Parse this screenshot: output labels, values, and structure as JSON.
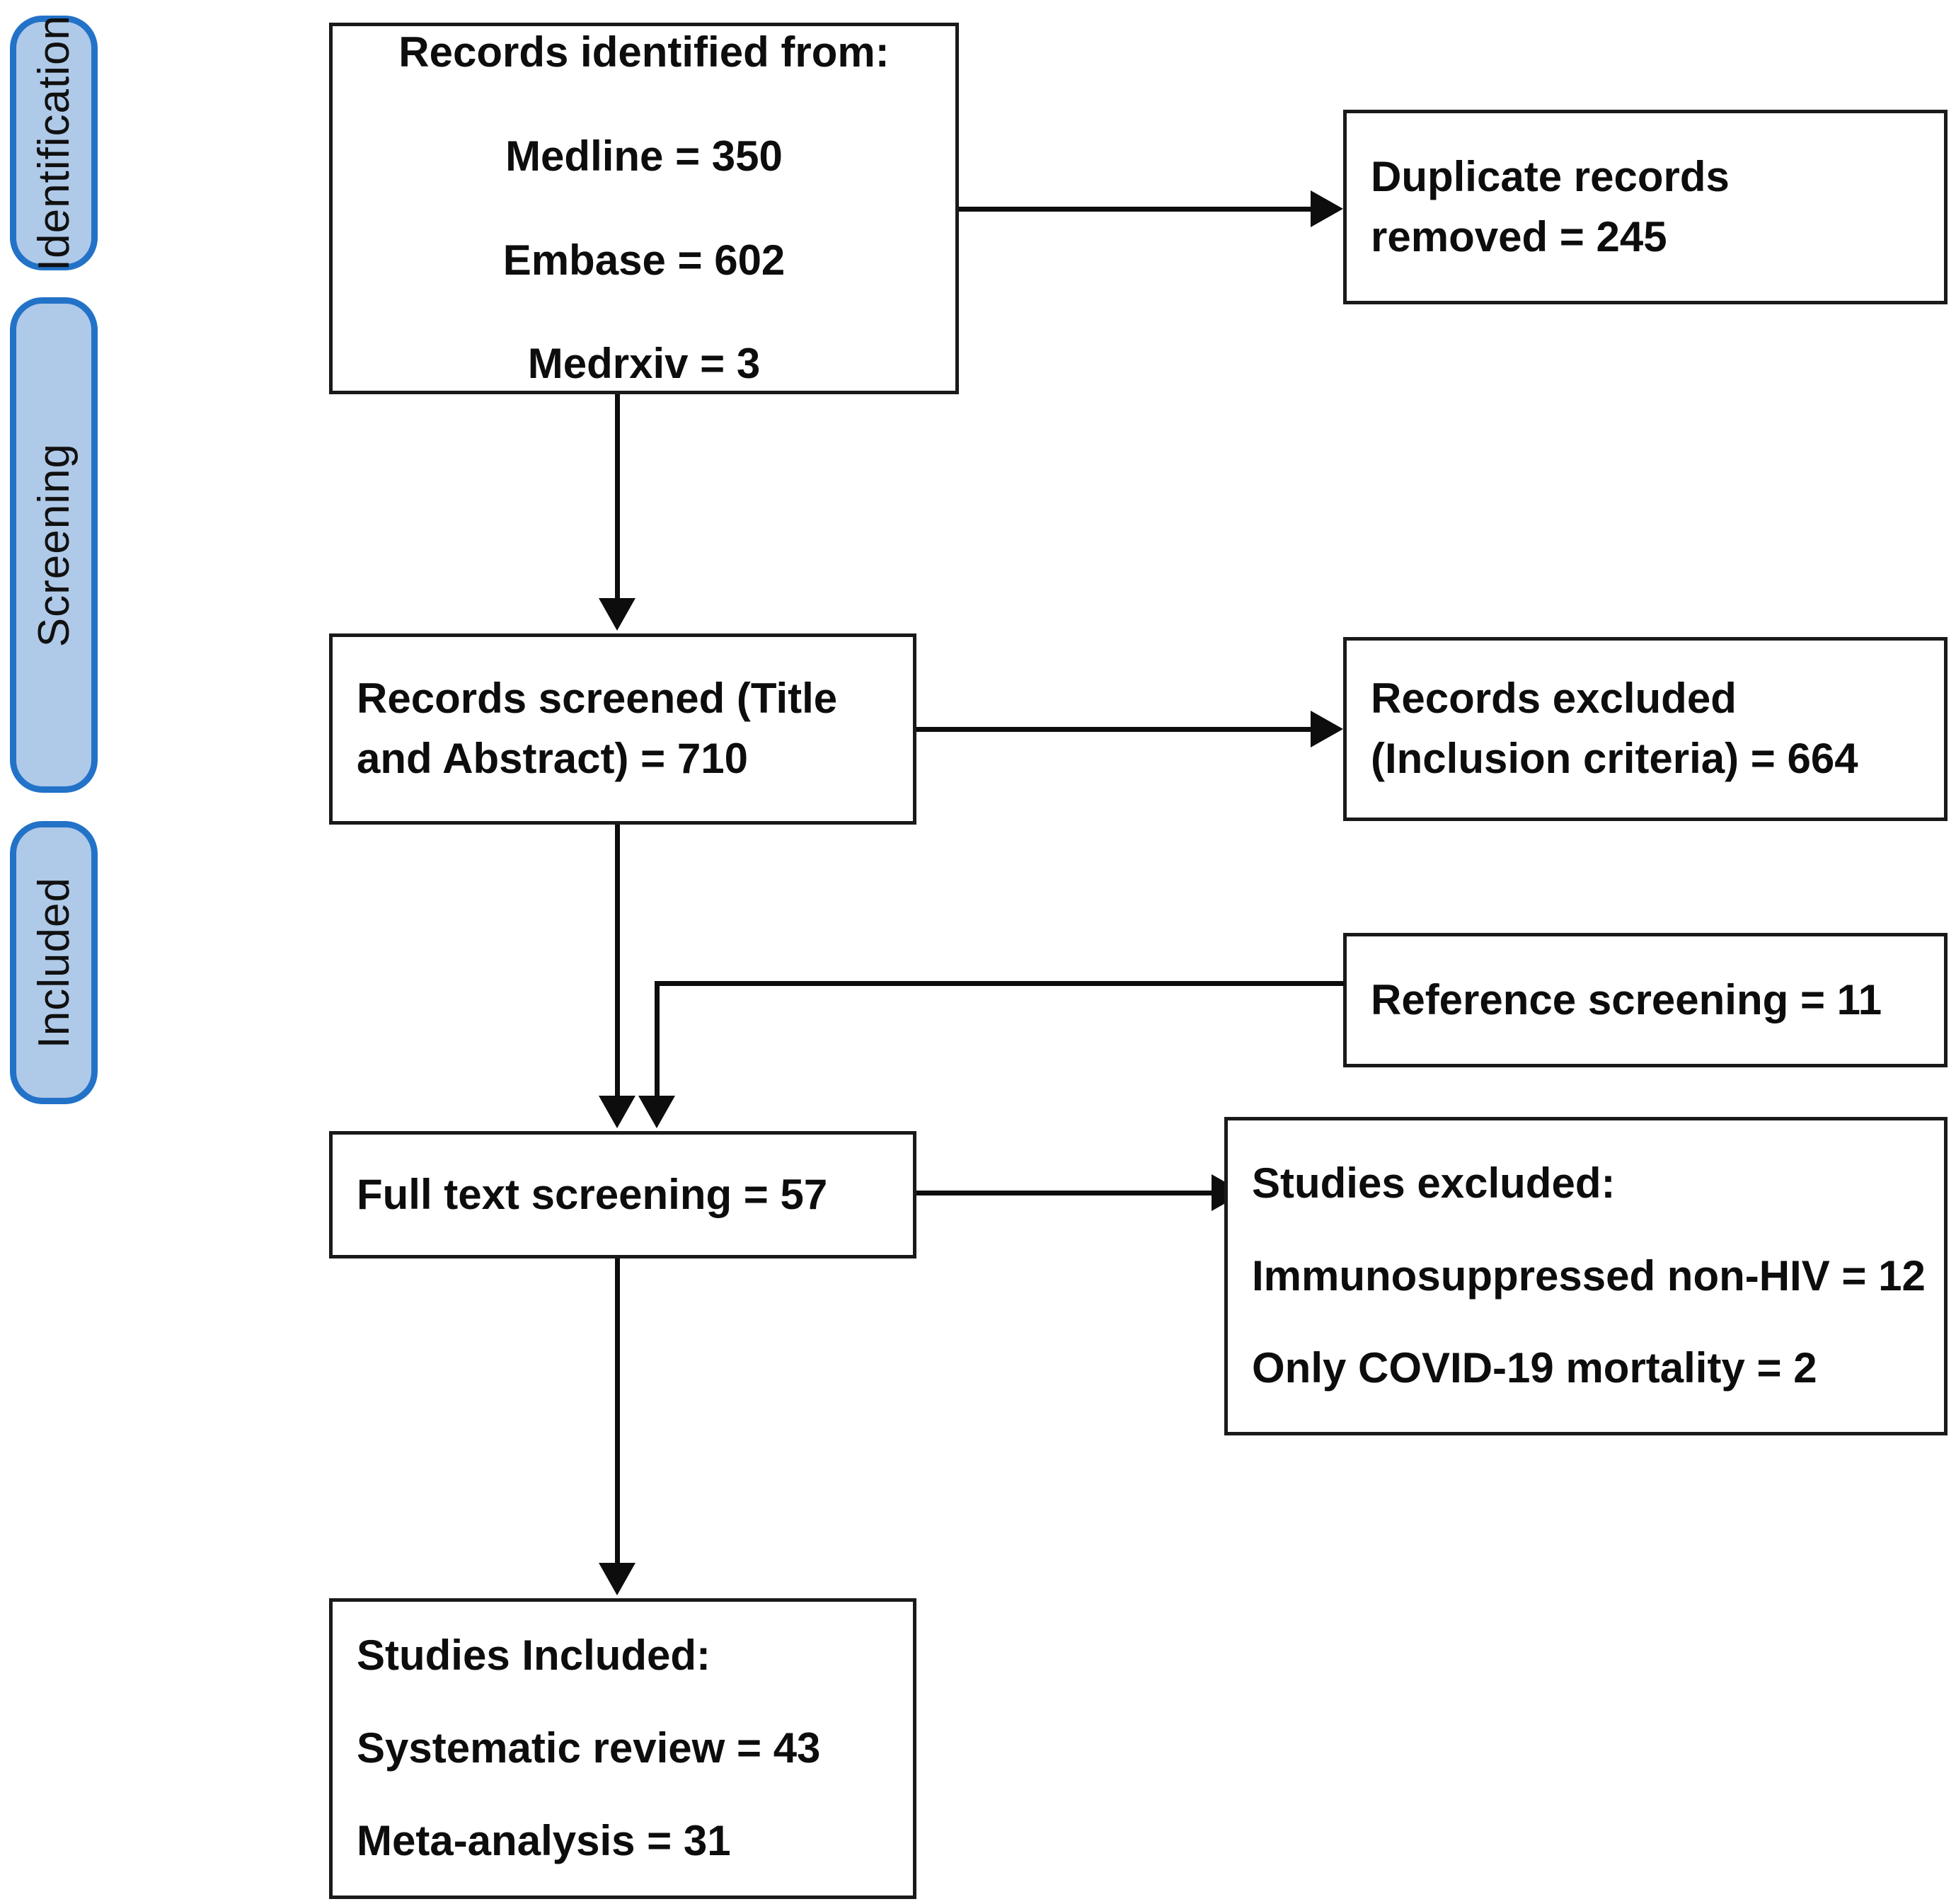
{
  "diagram": {
    "type": "prisma-flow-diagram",
    "stages": [
      {
        "id": "identification",
        "label": "Identification"
      },
      {
        "id": "screening",
        "label": "Screening"
      },
      {
        "id": "included",
        "label": "Included"
      }
    ],
    "boxes": {
      "records_identified": {
        "title": "Records identified from:",
        "lines": [
          "Medline = 350",
          "Embase = 602",
          "Medrxiv = 3"
        ]
      },
      "duplicates_removed": {
        "lines": [
          "Duplicate records",
          "removed = 245"
        ]
      },
      "records_screened": {
        "lines": [
          "Records screened (Title",
          "and Abstract) = 710"
        ]
      },
      "records_excluded": {
        "lines": [
          "Records excluded",
          "(Inclusion criteria) = 664"
        ]
      },
      "reference_screening": {
        "lines": [
          "Reference screening = 11"
        ]
      },
      "full_text_screening": {
        "lines": [
          "Full text screening = 57"
        ]
      },
      "studies_excluded": {
        "title": "Studies excluded:",
        "lines": [
          "Immunosuppressed non-HIV = 12",
          "Only COVID-19 mortality = 2"
        ]
      },
      "studies_included": {
        "title": "Studies Included:",
        "lines": [
          "Systematic review = 43",
          "Meta-analysis = 31"
        ]
      }
    },
    "colors": {
      "pill_fill": "#AFC9E8",
      "pill_border": "#2272C8",
      "box_border": "#1a1a1a",
      "text": "#0d0d0d",
      "background": "#ffffff"
    }
  }
}
